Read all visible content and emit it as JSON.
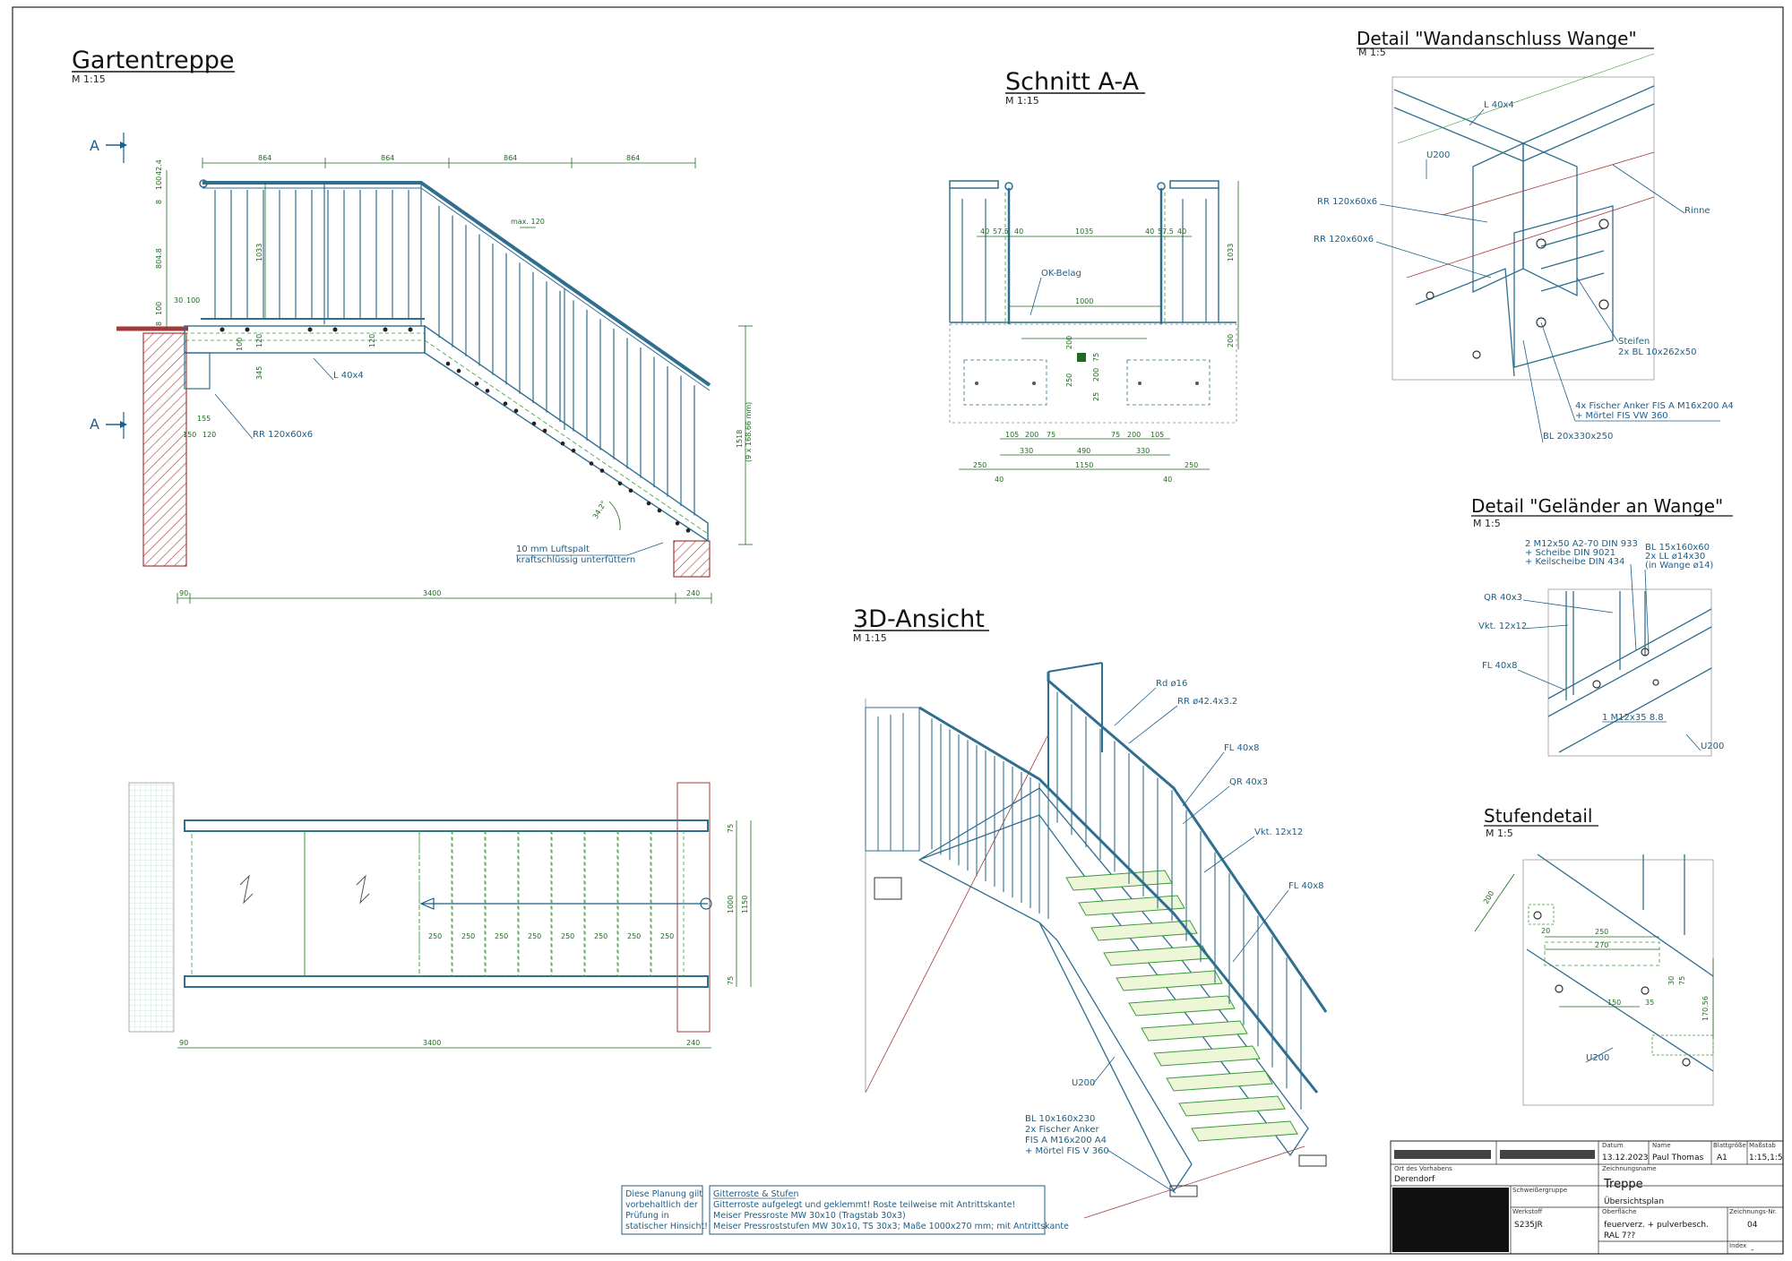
{
  "views": {
    "gartentreppe": {
      "title": "Gartentreppe",
      "scale": "M 1:15"
    },
    "schnitt": {
      "title": "Schnitt A-A",
      "scale": "M 1:15"
    },
    "wandanschluss": {
      "title": "Detail \"Wandanschluss Wange\"",
      "scale": "M 1:5"
    },
    "gelaender": {
      "title": "Detail \"Geländer an Wange\"",
      "scale": "M 1:5"
    },
    "ansicht3d": {
      "title": "3D-Ansicht",
      "scale": "M 1:15"
    },
    "stufendetail": {
      "title": "Stufendetail",
      "scale": "M 1:5"
    }
  },
  "labels": {
    "side": {
      "section_a": "A",
      "l40": "L 40x4",
      "rr": "RR 120x60x6",
      "max": "max. 120",
      "luftspalt1": "10 mm Luftspalt",
      "luftspalt2": "kraftschlüssig unterfüttern"
    },
    "schnitt": {
      "ok_belag": "OK-Belag"
    },
    "wandanschluss": {
      "l40": "L 40x4",
      "u200": "U200",
      "rr1": "RR 120x60x6",
      "rr2": "RR 120x60x6",
      "rinne": "Rinne",
      "steifen1": "Steifen",
      "steifen2": "2x  BL 10x262x50",
      "anker1": "4x Fischer Anker FIS A M16x200 A4",
      "anker2": "+ Mörtel FIS VW 360",
      "bl": "BL 20x330x250"
    },
    "gelaender": {
      "schraube1": "2 M12x50 A2-70 DIN 933",
      "schraube2": "+ Scheibe DIN 9021",
      "schraube3": "+ Keilscheibe DIN 434",
      "bl1": "BL 15x160x60",
      "bl2": "2x LL ø14x30",
      "bl3": "(in Wange ø14)",
      "qr": "QR 40x3",
      "vkt": "Vkt. 12x12",
      "fl": "FL 40x8",
      "m12": "1 M12x35 8.8",
      "u200": "U200"
    },
    "ansicht3d": {
      "rd": "Rd ø16",
      "rr": "RR ø42.4x3.2",
      "fl1": "FL 40x8",
      "qr": "QR 40x3",
      "vkt": "Vkt. 12x12",
      "fl2": "FL 40x8",
      "u200": "U200",
      "bl1": "BL 10x160x230",
      "bl2": "2x Fischer Anker",
      "bl3": "FIS A M16x200 A4",
      "bl4": "+ Mörtel FIS V 360"
    },
    "stufendetail": {
      "u200": "U200"
    }
  },
  "dims": {
    "side_top": [
      "864",
      "864",
      "864",
      "864"
    ],
    "side_bottom": [
      "90",
      "3400",
      "240"
    ],
    "side_left": [
      "8",
      "100",
      "42.4",
      "804.8",
      "100",
      "8"
    ],
    "side_small": [
      "30",
      "100",
      "100",
      "120",
      "120",
      "345",
      "155",
      "150",
      "120"
    ],
    "side_height": [
      "1033"
    ],
    "side_right": [
      "1518",
      "(9 x 168.66 mm)"
    ],
    "side_angle": [
      "34.2°"
    ],
    "plan_steps": [
      "250",
      "250",
      "250",
      "250",
      "250",
      "250",
      "250",
      "250"
    ],
    "plan_right": [
      "75",
      "1000",
      "1150",
      "75"
    ],
    "plan_bottom": [
      "90",
      "3400",
      "240"
    ],
    "schnitt_top": [
      "40",
      "57.5",
      "40",
      "1035",
      "40",
      "57.5",
      "40"
    ],
    "schnitt_mid": [
      "1000"
    ],
    "schnitt_vert": [
      "200",
      "1033",
      "200",
      "250",
      "200",
      "25",
      "75"
    ],
    "schnitt_bottom1": [
      "105",
      "200",
      "75",
      "75",
      "200",
      "105"
    ],
    "schnitt_bottom2": [
      "330",
      "490",
      "330"
    ],
    "schnitt_bottom3": [
      "250",
      "1150",
      "250"
    ],
    "schnitt_bottom4": [
      "40",
      "40"
    ],
    "stufen": [
      "200",
      "20",
      "250",
      "270",
      "150",
      "35",
      "30",
      "75",
      "170.56"
    ]
  },
  "notes": {
    "pruefung": [
      "Diese Planung gilt",
      "vorbehaltlich der",
      "Prüfung in",
      "statischer Hinsicht!"
    ],
    "gitter": [
      "Gitterroste & Stufen",
      "Gitterroste aufgelegt und geklemmt! Roste teilweise mit Antrittskante!",
      "Meiser Pressroste MW 30x10 (Tragstab 30x3)",
      "Meiser Pressroststufen MW 30x10, TS 30x3; Maße 1000x270 mm; mit Antrittskante"
    ]
  },
  "title_block": {
    "h_datum": "Datum",
    "datum": "13.12.2023",
    "h_name": "Name",
    "name": "Paul Thomas",
    "h_blatt": "Blattgröße",
    "blatt": "A1",
    "h_massstab": "Maßstab",
    "massstab": "1:15,1:5",
    "h_ort": "Ort des Vorhabens",
    "ort": "Derendorf",
    "h_zeichnung": "Zeichnungsname",
    "zeichnung": "Treppe",
    "unterzeile": "Übersichtsplan",
    "h_schweiss": "Schweißergruppe",
    "h_werkstoff": "Werkstoff",
    "werkstoff": "S235JR",
    "h_oberflaeche": "Oberfläche",
    "oberflaeche1": "feuerverz. + pulverbesch.",
    "oberflaeche2": "RAL 7?? ",
    "h_zeichnungsnr": "Zeichnungs-Nr.",
    "zeichnungsnr": "04",
    "h_index": "Index",
    "index": "-"
  },
  "colors": {
    "steel": "#2f6e8f",
    "dim": "#1f6a1f",
    "hatch": "#a33a3a",
    "label": "#1a5f8a"
  }
}
